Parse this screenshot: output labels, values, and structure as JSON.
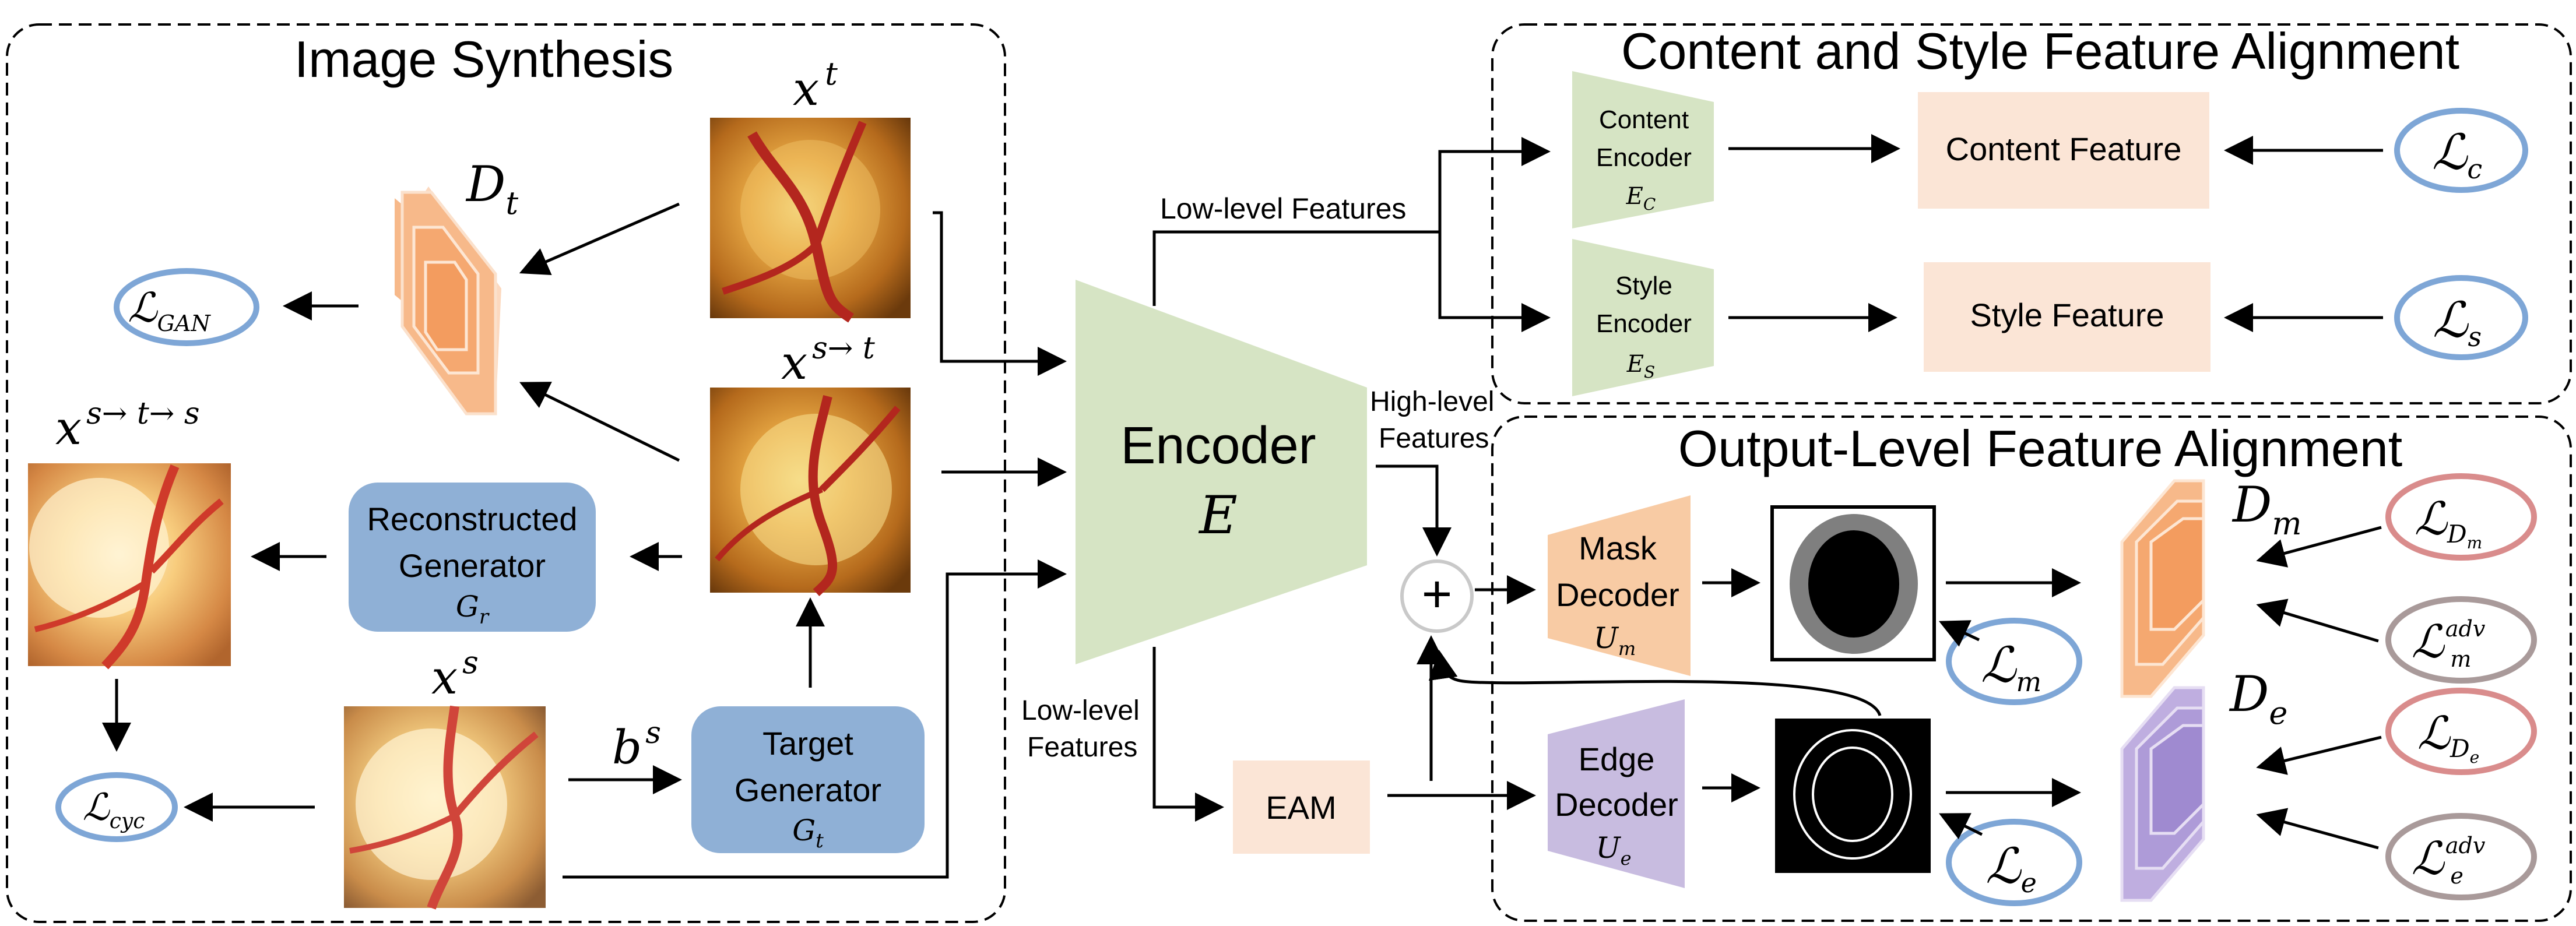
{
  "panels": {
    "image_synthesis": "Image Synthesis",
    "content_style": "Content and Style Feature Alignment",
    "output_level": "Output-Level Feature Alignment"
  },
  "images": {
    "xt": "x",
    "xt_sup": "t",
    "xst": "x",
    "xst_sup": "s→ t",
    "xsts": "x",
    "xsts_sup": "s→ t→ s",
    "xs": "x",
    "xs_sup": "s"
  },
  "discriminators": {
    "dt": "D",
    "dt_sub": "t",
    "dm": "D",
    "dm_sub": "m",
    "de": "D",
    "de_sub": "e"
  },
  "generators": {
    "reconstructed_l1": "Reconstructed",
    "reconstructed_l2": "Generator",
    "reconstructed_sym": "G",
    "reconstructed_sub": "r",
    "target_l1": "Target",
    "target_l2": "Generator",
    "target_sym": "G",
    "target_sub": "t",
    "bs": "b",
    "bs_sup": "s"
  },
  "encoder": {
    "label": "Encoder",
    "sym": "E"
  },
  "features": {
    "low_top": "Low-level Features",
    "high_l1": "High-level",
    "high_l2": "Features",
    "low_left_l1": "Low-level",
    "low_left_l2": "Features"
  },
  "content_encoder": {
    "l1": "Content",
    "l2": "Encoder",
    "sym": "E",
    "sub": "C"
  },
  "style_encoder": {
    "l1": "Style",
    "l2": "Encoder",
    "sym": "E",
    "sub": "S"
  },
  "content_feature": "Content Feature",
  "style_feature": "Style Feature",
  "eam": "EAM",
  "plus": "+",
  "mask_decoder": {
    "l1": "Mask",
    "l2": "Decoder",
    "sym": "U",
    "sub": "m"
  },
  "edge_decoder": {
    "l1": "Edge",
    "l2": "Decoder",
    "sym": "U",
    "sub": "e"
  },
  "losses": {
    "L": "ℒ",
    "gan": "GAN",
    "cyc": "cyc",
    "c": "c",
    "s": "s",
    "m": "m",
    "e": "e",
    "dm_sub": "D",
    "dm_subsub": "m",
    "de_sub": "D",
    "de_subsub": "e",
    "adv": "adv",
    "advm": "m",
    "adve": "e"
  },
  "colors": {
    "encoder": "#d6e4c4",
    "generator": "#8fb0d6",
    "feature_box": "#fbe5d6",
    "mask_decoder": "#f8cba4",
    "edge_decoder": "#c8bce0",
    "loss_blue": "#7ea6d6",
    "loss_red": "#d98c8c",
    "loss_grey": "#a99a9a",
    "disc_orange": "#f7b98a",
    "disc_purple": "#bfaee0"
  }
}
